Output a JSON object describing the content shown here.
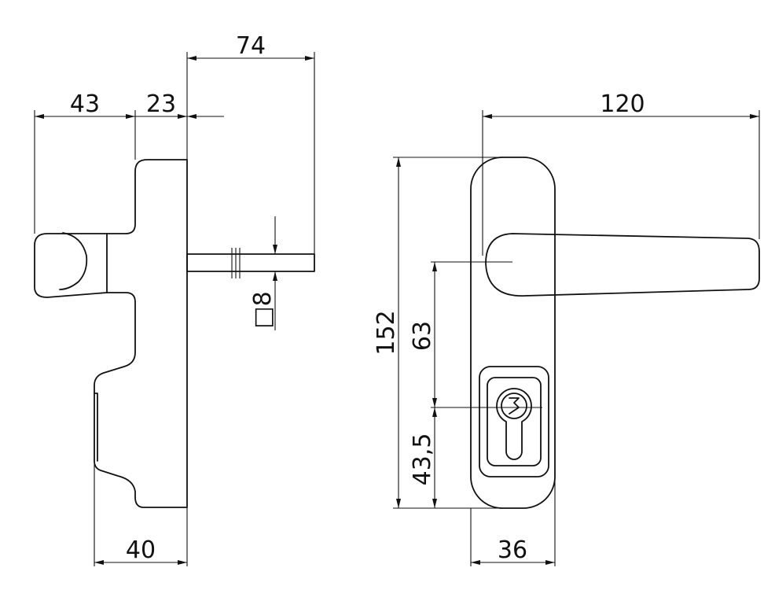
{
  "drawing": {
    "left_view": {
      "dim_74": "74",
      "dim_43": "43",
      "dim_23": "23",
      "dim_square": "□8",
      "dim_40": "40"
    },
    "right_view": {
      "dim_120": "120",
      "dim_152": "152",
      "dim_63": "63",
      "dim_43_5": "43,5",
      "dim_36": "36"
    }
  }
}
